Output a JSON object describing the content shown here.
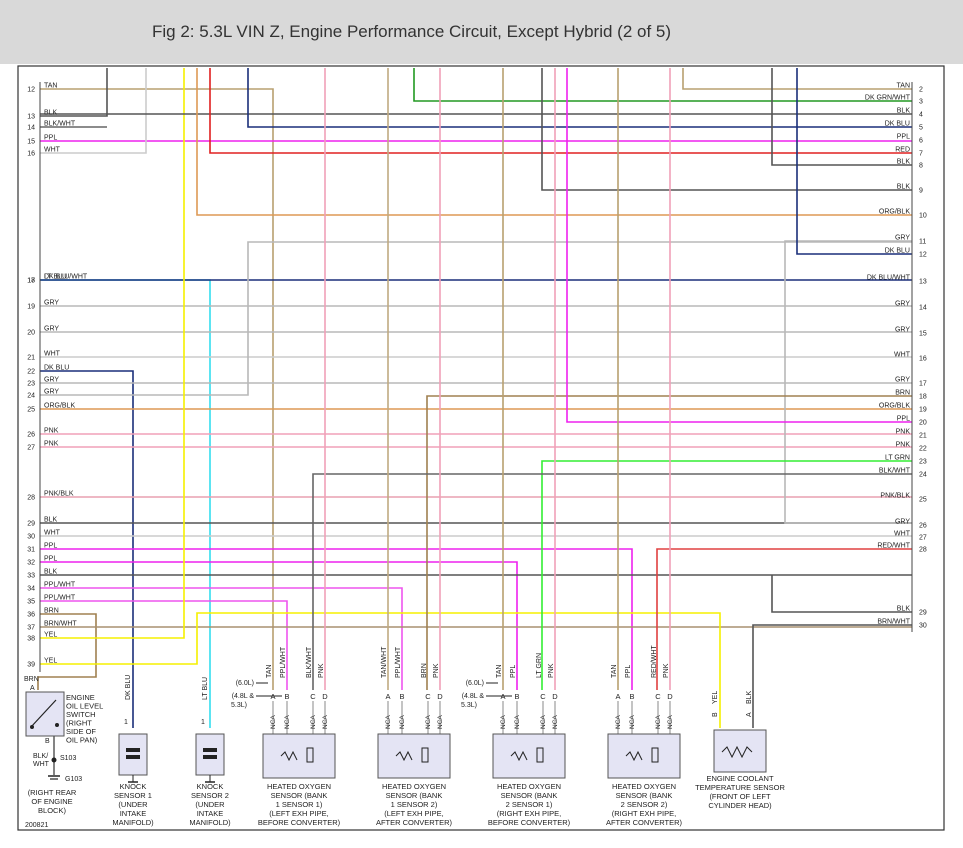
{
  "title": "Fig 2: 5.3L VIN Z, Engine Performance Circuit, Except Hybrid (2 of 5)",
  "colors": {
    "BRN": "#a08050",
    "BLK": "#555555",
    "BLK/WHT": "#666666",
    "PPL": "#ee22ee",
    "WHT": "#cccccc",
    "LT BLU": "#33ddee",
    "DK BLU": "#1a2f7a",
    "GRY": "#b8b8b8",
    "ORG/BLK": "#dd9955",
    "PNK": "#f0a0b8",
    "PNK/BLK": "#e8a0b0",
    "PPL/WHT": "#ee55ee",
    "BRN/WHT": "#a89070",
    "YEL": "#f5f000",
    "RED": "#e02020",
    "RED/WHT": "#e04040",
    "DK GRN/WHT": "#229922",
    "LT GRN": "#33ee33",
    "TAN": "#b8a070",
    "TAN/WHT": "#c0aa80",
    "ORG": "#e8a060"
  },
  "left_wires": [
    {
      "pin": "12",
      "label": "TAN",
      "color": "TAN"
    },
    {
      "pin": "13",
      "label": "BLK",
      "color": "BLK"
    },
    {
      "pin": "14",
      "label": "BLK/WHT",
      "color": "BLK/WHT"
    },
    {
      "pin": "15",
      "label": "PPL",
      "color": "PPL"
    },
    {
      "pin": "16",
      "label": "WHT",
      "color": "WHT"
    },
    {
      "pin": "17",
      "label": "LT BLU",
      "color": "LT BLU"
    },
    {
      "pin": "18",
      "label": "DK BLU/WHT",
      "color": "DK BLU"
    },
    {
      "pin": "19",
      "label": "GRY",
      "color": "GRY"
    },
    {
      "pin": "20",
      "label": "GRY",
      "color": "GRY"
    },
    {
      "pin": "21",
      "label": "WHT",
      "color": "WHT"
    },
    {
      "pin": "22",
      "label": "DK BLU",
      "color": "DK BLU"
    },
    {
      "pin": "23",
      "label": "GRY",
      "color": "GRY"
    },
    {
      "pin": "24",
      "label": "GRY",
      "color": "GRY"
    },
    {
      "pin": "25",
      "label": "ORG/BLK",
      "color": "ORG/BLK"
    },
    {
      "pin": "26",
      "label": "PNK",
      "color": "PNK"
    },
    {
      "pin": "27",
      "label": "PNK",
      "color": "PNK"
    },
    {
      "pin": "28",
      "label": "PNK/BLK",
      "color": "PNK/BLK"
    },
    {
      "pin": "29",
      "label": "BLK",
      "color": "BLK"
    },
    {
      "pin": "30",
      "label": "WHT",
      "color": "WHT"
    },
    {
      "pin": "31",
      "label": "PPL",
      "color": "PPL"
    },
    {
      "pin": "32",
      "label": "PPL",
      "color": "PPL"
    },
    {
      "pin": "33",
      "label": "BLK",
      "color": "BLK"
    },
    {
      "pin": "34",
      "label": "PPL/WHT",
      "color": "PPL/WHT"
    },
    {
      "pin": "35",
      "label": "PPL/WHT",
      "color": "PPL/WHT"
    },
    {
      "pin": "36",
      "label": "BRN",
      "color": "BRN"
    },
    {
      "pin": "37",
      "label": "BRN/WHT",
      "color": "BRN/WHT"
    },
    {
      "pin": "38",
      "label": "YEL",
      "color": "YEL"
    },
    {
      "pin": "39",
      "label": "YEL",
      "color": "YEL"
    }
  ],
  "right_wires": [
    {
      "pin": "2",
      "label": "TAN",
      "color": "TAN"
    },
    {
      "pin": "3",
      "label": "DK GRN/WHT",
      "color": "DK GRN/WHT"
    },
    {
      "pin": "4",
      "label": "BLK",
      "color": "BLK"
    },
    {
      "pin": "5",
      "label": "DK BLU",
      "color": "DK BLU"
    },
    {
      "pin": "6",
      "label": "PPL",
      "color": "PPL"
    },
    {
      "pin": "7",
      "label": "RED",
      "color": "RED"
    },
    {
      "pin": "8",
      "label": "BLK",
      "color": "BLK"
    },
    {
      "pin": "9",
      "label": "BLK",
      "color": "BLK"
    },
    {
      "pin": "10",
      "label": "ORG/BLK",
      "color": "ORG/BLK"
    },
    {
      "pin": "11",
      "label": "GRY",
      "color": "GRY"
    },
    {
      "pin": "12",
      "label": "DK BLU",
      "color": "DK BLU"
    },
    {
      "pin": "13",
      "label": "DK BLU/WHT",
      "color": "DK BLU"
    },
    {
      "pin": "14",
      "label": "GRY",
      "color": "GRY"
    },
    {
      "pin": "15",
      "label": "GRY",
      "color": "GRY"
    },
    {
      "pin": "16",
      "label": "WHT",
      "color": "WHT"
    },
    {
      "pin": "17",
      "label": "GRY",
      "color": "GRY"
    },
    {
      "pin": "18",
      "label": "BRN",
      "color": "BRN"
    },
    {
      "pin": "19",
      "label": "ORG/BLK",
      "color": "ORG/BLK"
    },
    {
      "pin": "20",
      "label": "PPL",
      "color": "PPL"
    },
    {
      "pin": "21",
      "label": "PNK",
      "color": "PNK"
    },
    {
      "pin": "22",
      "label": "PNK",
      "color": "PNK"
    },
    {
      "pin": "23",
      "label": "LT GRN",
      "color": "LT GRN"
    },
    {
      "pin": "24",
      "label": "BLK/WHT",
      "color": "BLK/WHT"
    },
    {
      "pin": "25",
      "label": "PNK/BLK",
      "color": "PNK/BLK"
    },
    {
      "pin": "26",
      "label": "GRY",
      "color": "GRY"
    },
    {
      "pin": "27",
      "label": "WHT",
      "color": "WHT"
    },
    {
      "pin": "28",
      "label": "RED/WHT",
      "color": "RED/WHT"
    },
    {
      "pin": "29",
      "label": "BLK",
      "color": "BLK"
    },
    {
      "pin": "30",
      "label": "BRN/WHT",
      "color": "BRN/WHT"
    }
  ],
  "oil_switch": {
    "wire_top": "BRN",
    "pin_top": "A",
    "pin_bottom": "B",
    "label": [
      "ENGINE",
      "OIL LEVEL",
      "SWITCH",
      "(RIGHT",
      "SIDE OF",
      "OIL PAN)"
    ],
    "wire_bottom": [
      "BLK/",
      "WHT"
    ],
    "splice": "S103",
    "ground": "G103",
    "ground_note": [
      "(RIGHT REAR",
      "OF ENGINE",
      "BLOCK)"
    ]
  },
  "knock_sensors": [
    {
      "wire": "DK BLU",
      "pin": "1",
      "label": [
        "KNOCK",
        "SENSOR 1",
        "(UNDER",
        "INTAKE",
        "MANIFOLD)"
      ]
    },
    {
      "wire": "LT BLU",
      "pin": "1",
      "label": [
        "KNOCK",
        "SENSOR 2",
        "(UNDER",
        "INTAKE",
        "MANIFOLD)"
      ]
    }
  ],
  "o2_sensors": [
    {
      "wires": [
        "TAN",
        "PPL/WHT",
        "BLK/WHT",
        "PNK"
      ],
      "pins": [
        "A",
        "B",
        "C",
        "D"
      ],
      "label": [
        "HEATED OXYGEN",
        "SENSOR (BANK",
        "1 SENSOR 1)",
        "(LEFT EXH PIPE,",
        "BEFORE CONVERTER)"
      ],
      "notes": [
        "(6.0L)",
        "(4.8L &",
        "5.3L)"
      ]
    },
    {
      "wires": [
        "TAN/WHT",
        "PPL/WHT",
        "BRN",
        "PNK"
      ],
      "pins": [
        "A",
        "B",
        "C",
        "D"
      ],
      "label": [
        "HEATED OXYGEN",
        "SENSOR (BANK",
        "1 SENSOR 2)",
        "(LEFT EXH PIPE,",
        "AFTER CONVERTER)"
      ],
      "notes": []
    },
    {
      "wires": [
        "TAN",
        "PPL",
        "LT GRN",
        "PNK"
      ],
      "pins": [
        "A",
        "B",
        "C",
        "D"
      ],
      "label": [
        "HEATED OXYGEN",
        "SENSOR (BANK",
        "2 SENSOR 1)",
        "(RIGHT EXH PIPE,",
        "BEFORE CONVERTER)"
      ],
      "notes": [
        "(6.0L)",
        "(4.8L &",
        "5.3L)"
      ]
    },
    {
      "wires": [
        "TAN",
        "PPL",
        "RED/WHT",
        "PNK"
      ],
      "pins": [
        "A",
        "B",
        "C",
        "D"
      ],
      "label": [
        "HEATED OXYGEN",
        "SENSOR (BANK",
        "2 SENSOR 2)",
        "(RIGHT EXH PIPE,",
        "AFTER CONVERTER)"
      ],
      "notes": []
    }
  ],
  "nca": "NCA",
  "ect_sensor": {
    "wires": [
      "YEL",
      "BLK"
    ],
    "pins": [
      "B",
      "A"
    ],
    "label": [
      "ENGINE COOLANT",
      "TEMPERATURE SENSOR",
      "(FRONT OF LEFT",
      "CYLINDER HEAD)"
    ]
  },
  "figure_id": "200821"
}
